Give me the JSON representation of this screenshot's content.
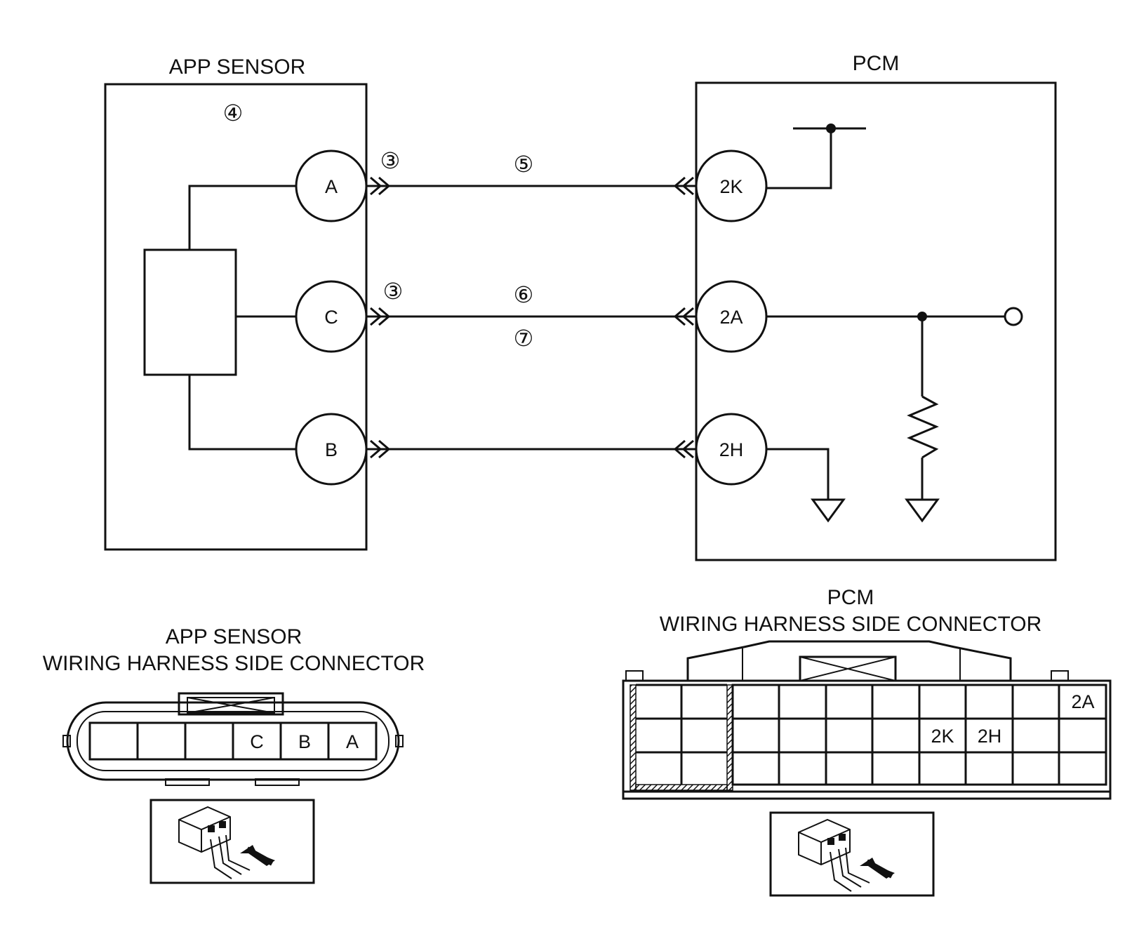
{
  "diagram": {
    "sensor_title": "APP SENSOR",
    "pcm_title": "PCM",
    "component_ref": "④",
    "connector_ref_a": "③",
    "connector_ref_c": "③",
    "wire_ref_a": "⑤",
    "wire_ref_c_top": "⑥",
    "wire_ref_c_bottom": "⑦",
    "sensor_pins": {
      "a": "A",
      "c": "C",
      "b": "B"
    },
    "pcm_pins": {
      "k": "2K",
      "a": "2A",
      "h": "2H"
    }
  },
  "sensor_connector": {
    "title_line1": "APP SENSOR",
    "title_line2": "WIRING HARNESS SIDE CONNECTOR",
    "cells": [
      "",
      "",
      "",
      "C",
      "B",
      "A"
    ],
    "icon": "connector-insertion-icon"
  },
  "pcm_connector": {
    "title_line1": "PCM",
    "title_line2": "WIRING HARNESS SIDE CONNECTOR",
    "row1": [
      "",
      "",
      "",
      "",
      "",
      "",
      "",
      "",
      "",
      "",
      "2A"
    ],
    "row2": [
      "",
      "",
      "",
      "",
      "",
      "",
      "2K",
      "2H",
      "",
      "",
      ""
    ],
    "row3": [
      "",
      "",
      "",
      "",
      "",
      "",
      "",
      "",
      "",
      "",
      ""
    ],
    "icon": "connector-insertion-icon"
  },
  "colors": {
    "line": "#111111",
    "background": "#ffffff"
  }
}
